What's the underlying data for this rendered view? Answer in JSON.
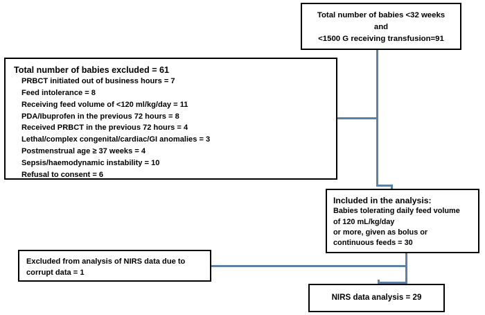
{
  "diagram": {
    "type": "flowchart",
    "title": "Study participant flow diagram",
    "connector_color": "#5d80a6",
    "box_border_color": "#000000",
    "background_color": "#ffffff",
    "nodes": {
      "total": {
        "lines": [
          "Total number of babies <32 weeks",
          "and",
          "<1500 G receiving transfusion=91"
        ]
      },
      "excluded": {
        "heading": "Total number of babies excluded = 61",
        "items": [
          "PRBCT initiated out of business hours = 7",
          "Feed intolerance =  8",
          "Receiving feed volume of <120 ml/kg/day = 11",
          "PDA/Ibuprofen in the previous 72 hours = 8",
          "Received PRBCT in the previous 72 hours  = 4",
          "Lethal/complex congenital/cardiac/GI anomalies =  3",
          "Postmenstrual age ≥ 37 weeks = 4",
          "Sepsis/haemodynamic instability = 10",
          "Refusal to consent = 6"
        ]
      },
      "included": {
        "heading": "Included in the analysis:",
        "lines": [
          "Babies tolerating daily feed volume",
          "of 120 mL/kg/day",
          "or more, given as bolus or",
          "continuous feeds = 30"
        ]
      },
      "excluded_nirs": {
        "lines": [
          "Excluded from analysis of NIRS data due to",
          "corrupt data  = 1"
        ]
      },
      "nirs_analysis": {
        "lines": [
          "NIRS data analysis = 29"
        ]
      }
    }
  }
}
